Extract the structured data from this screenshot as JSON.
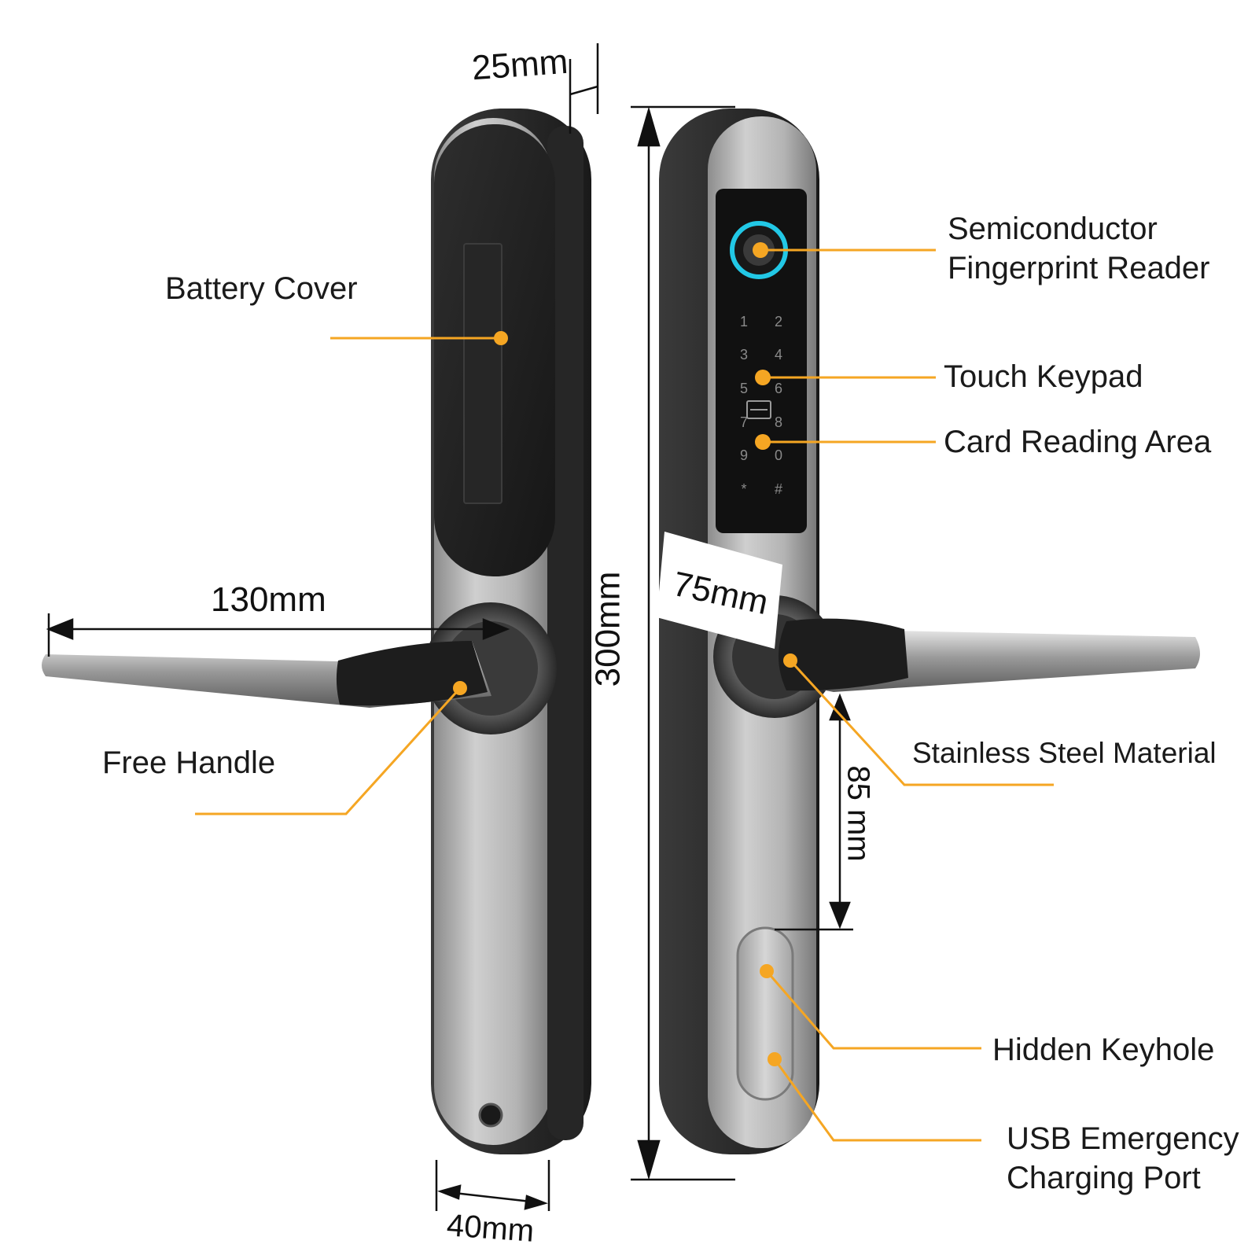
{
  "colors": {
    "accent": "#f5a623",
    "metal_light": "#c8c8c8",
    "metal_dark": "#6b6b6b",
    "body_dark": "#2b2b2b",
    "panel_black": "#111111",
    "ring_cyan": "#22c8e6"
  },
  "labels": {
    "battery_cover": "Battery Cover",
    "free_handle": "Free Handle",
    "fingerprint_line1": "Semiconductor",
    "fingerprint_line2": "Fingerprint Reader",
    "touch_keypad": "Touch Keypad",
    "card_reading_area": "Card Reading Area",
    "stainless_steel": "Stainless Steel Material",
    "hidden_keyhole": "Hidden Keyhole",
    "usb_line1": "USB Emergency",
    "usb_line2": "Charging Port"
  },
  "dimensions": {
    "depth": "25mm",
    "handle_length": "130mm",
    "height": "300mm",
    "handle_offset": "75mm",
    "keyhole_offset": "85 mm",
    "width": "40mm"
  },
  "keypad": {
    "keys": [
      "1",
      "2",
      "3",
      "4",
      "5",
      "6",
      "7",
      "8",
      "9",
      "0",
      "*",
      "#"
    ],
    "card_icon": "card-icon"
  }
}
